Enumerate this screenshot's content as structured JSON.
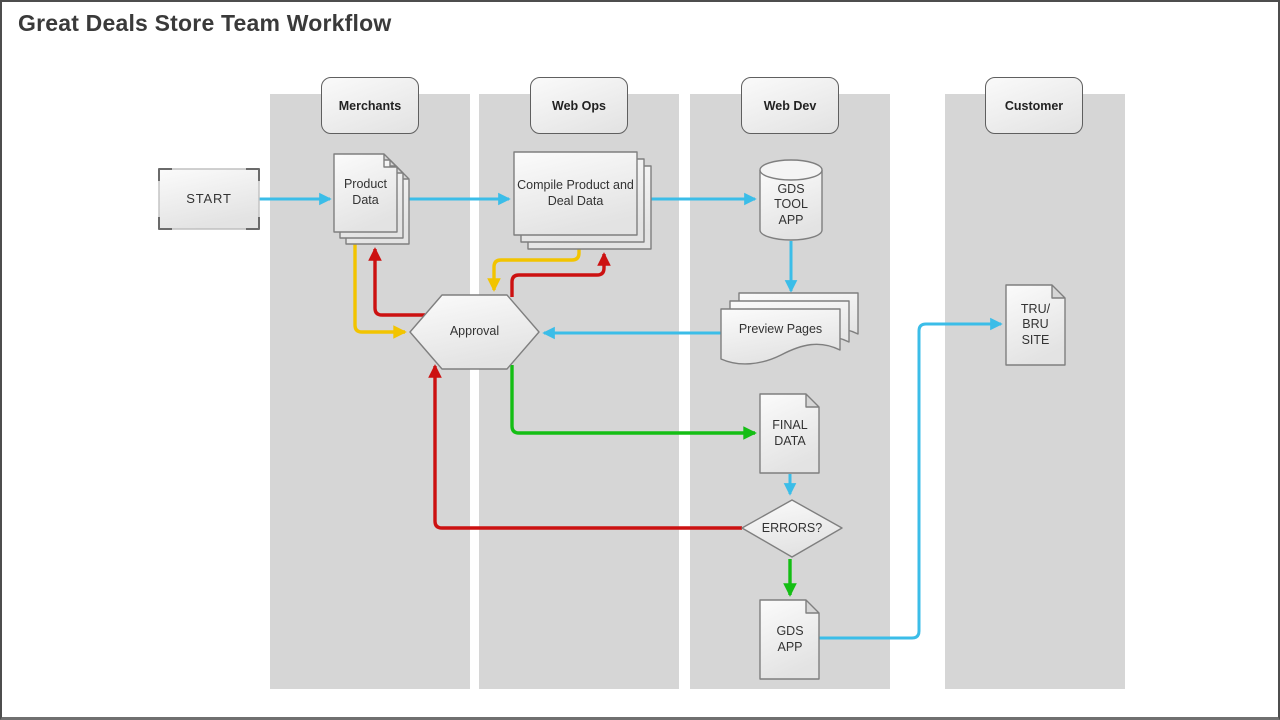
{
  "title": "Great Deals Store Team Workflow",
  "colors": {
    "cyan": "#3bbde8",
    "yellow": "#f2c400",
    "red": "#cc1111",
    "green": "#14be14",
    "lane_fill": "#d6d6d6",
    "shape_stroke": "#7f7f7f"
  },
  "lanes": [
    {
      "id": "merchants",
      "label": "Merchants"
    },
    {
      "id": "webops",
      "label": "Web Ops"
    },
    {
      "id": "webdev",
      "label": "Web Dev"
    },
    {
      "id": "customer",
      "label": "Customer"
    }
  ],
  "nodes": {
    "start": {
      "label": "START",
      "type": "terminator-rectangle",
      "lane": "none"
    },
    "product_data": {
      "label": "Product Data",
      "type": "stacked-documents",
      "lane": "Merchants"
    },
    "compile": {
      "label": "Compile Product and Deal Data",
      "type": "stacked-process",
      "lane": "Web Ops"
    },
    "gds_tool_app": {
      "label": "GDS TOOL APP",
      "type": "database-cylinder",
      "lane": "Web Dev"
    },
    "preview_pages": {
      "label": "Preview Pages",
      "type": "multi-document",
      "lane": "Web Dev"
    },
    "approval": {
      "label": "Approval",
      "type": "hexagon",
      "lane": "Merchants/Web Ops"
    },
    "final_data": {
      "label": "FINAL DATA",
      "type": "document",
      "lane": "Web Dev"
    },
    "errors": {
      "label": "ERRORS?",
      "type": "decision-diamond",
      "lane": "Web Dev"
    },
    "gds_app": {
      "label": "GDS APP",
      "type": "document",
      "lane": "Web Dev"
    },
    "tru_bru_site": {
      "label": "TRU/ BRU SITE",
      "type": "document",
      "lane": "Customer"
    }
  },
  "edges": [
    {
      "from": "START",
      "to": "Product Data",
      "color": "cyan"
    },
    {
      "from": "Product Data",
      "to": "Compile Product and Deal Data",
      "color": "cyan"
    },
    {
      "from": "Compile Product and Deal Data",
      "to": "GDS TOOL APP",
      "color": "cyan"
    },
    {
      "from": "GDS TOOL APP",
      "to": "Preview Pages",
      "color": "cyan"
    },
    {
      "from": "Preview Pages",
      "to": "Approval",
      "color": "cyan"
    },
    {
      "from": "Product Data",
      "to": "Approval",
      "color": "yellow"
    },
    {
      "from": "Approval",
      "to": "Product Data",
      "color": "red"
    },
    {
      "from": "Compile Product and Deal Data",
      "to": "Approval",
      "color": "yellow"
    },
    {
      "from": "Approval",
      "to": "Compile Product and Deal Data",
      "color": "red"
    },
    {
      "from": "Approval",
      "to": "FINAL DATA",
      "color": "green"
    },
    {
      "from": "FINAL DATA",
      "to": "ERRORS?",
      "color": "cyan"
    },
    {
      "from": "ERRORS?",
      "to": "Approval",
      "color": "red"
    },
    {
      "from": "ERRORS?",
      "to": "GDS APP",
      "color": "green"
    },
    {
      "from": "GDS APP",
      "to": "TRU/ BRU SITE",
      "color": "cyan"
    }
  ]
}
